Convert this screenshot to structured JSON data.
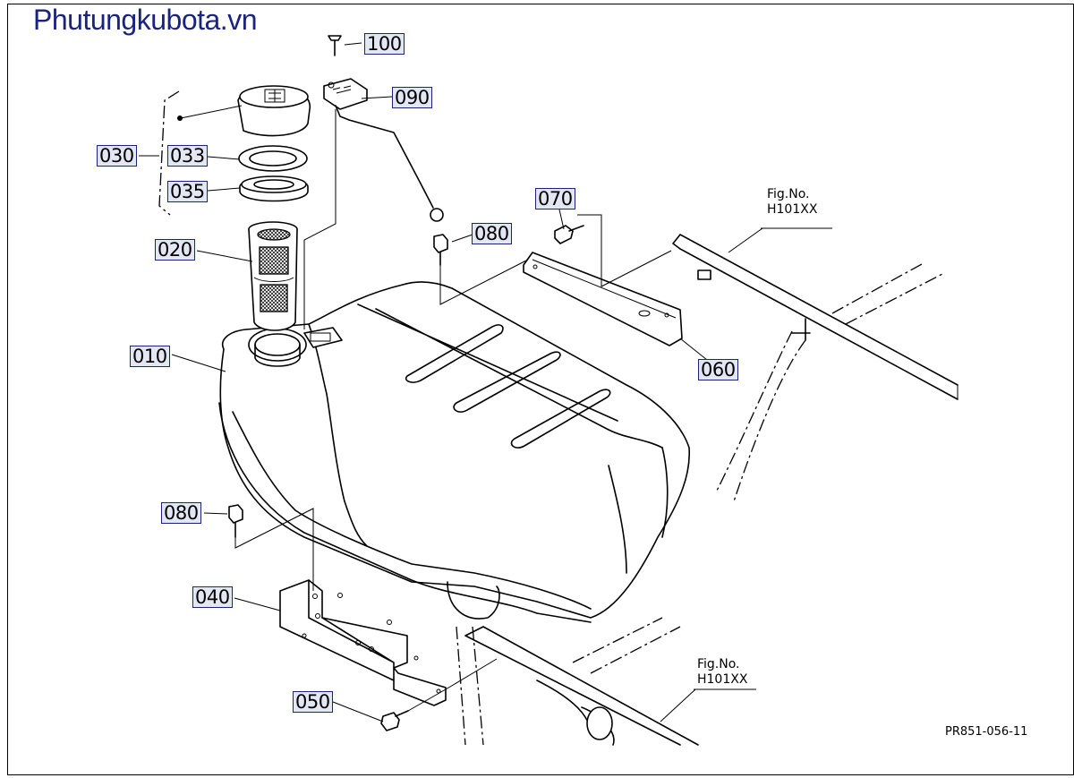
{
  "brand": "Phutungkubota.vn",
  "callouts": {
    "c100": "100",
    "c090": "090",
    "c030": "030",
    "c033": "033",
    "c035": "035",
    "c020": "020",
    "c070": "070",
    "c080a": "080",
    "c060": "060",
    "c010": "010",
    "c080b": "080",
    "c040": "040",
    "c050": "050"
  },
  "figrefs": {
    "top_line1": "Fig.No.",
    "top_line2": "H101XX",
    "bottom_line1": "Fig.No.",
    "bottom_line2": "H101XX"
  },
  "docref": "PR851-056-11"
}
